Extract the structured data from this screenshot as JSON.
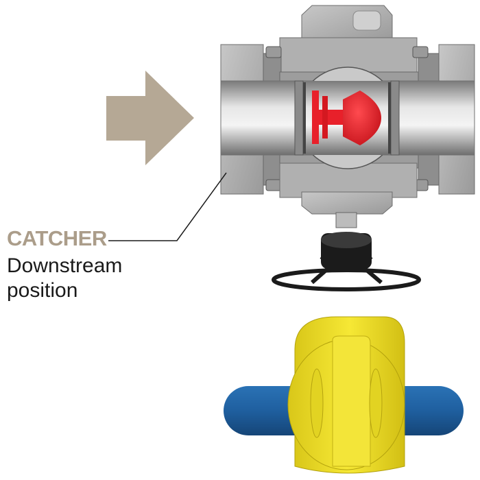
{
  "callout": {
    "title": "CATCHER",
    "line1": "Downstream",
    "line2": "position"
  },
  "colors": {
    "arrow": "#b5a895",
    "title": "#ab9d8a",
    "piston": "#e8202a",
    "valve_steel": "#a8a8a8",
    "pipe_blue": "#1f5f9f",
    "handle_yellow": "#f1e22b",
    "handwheel": "#1b1b1b"
  },
  "diagram": {
    "flow_direction": "left-to-right",
    "arrow_icon": "flow-arrow-icon",
    "valve_icon": "valve-cross-section-icon",
    "piston_icon": "catcher-piston-icon",
    "handwheel_icon": "handwheel-icon",
    "ball_valve_icon": "ball-valve-icon"
  }
}
